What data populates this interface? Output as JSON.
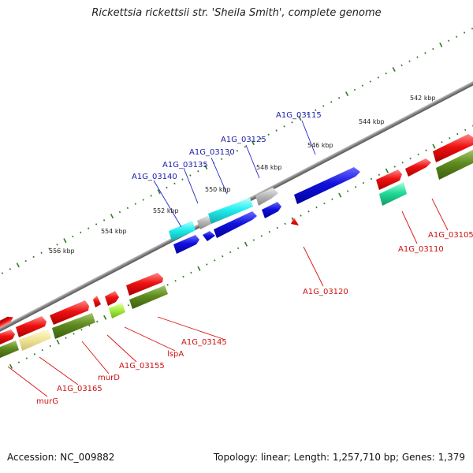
{
  "title": "Rickettsia rickettsii str. 'Sheila Smith', complete genome",
  "footer": {
    "accession": "Accession: NC_009882",
    "summary": "Topology: linear; Length: 1,257,710 bp; Genes: 1,379"
  },
  "colors": {
    "backbone": "#808080",
    "tick_major": "#2e7d1e",
    "tick_minor": "#2e7d1e",
    "label_forward": "#1a1aa8",
    "label_reverse": "#cc1111",
    "leader_forward": "#2222cc",
    "leader_reverse": "#dd1111"
  },
  "ticks": [
    {
      "label": "542 kbp"
    },
    {
      "label": "544 kbp"
    },
    {
      "label": "546 kbp"
    },
    {
      "label": "548 kbp"
    },
    {
      "label": "550 kbp"
    },
    {
      "label": "552 kbp"
    },
    {
      "label": "554 kbp"
    },
    {
      "label": "556 kbp"
    }
  ],
  "gene_labels": {
    "forward": [
      "A1G_03115",
      "A1G_03125",
      "A1G_03130",
      "A1G_03135",
      "A1G_03140"
    ],
    "reverse": [
      "A1G_03105",
      "A1G_03110",
      "A1G_03120",
      "A1G_03145",
      "lspA",
      "A1G_03155",
      "murD",
      "A1G_03165",
      "murG"
    ]
  },
  "feature_colors": {
    "red": "#ee1111",
    "blue": "#1111dd",
    "cyan": "#22eeee",
    "grey": "#b8b8b8",
    "olive": "#5e8a1e",
    "teal": "#22dd99",
    "lime": "#a8f040",
    "khaki": "#f2e69a"
  }
}
